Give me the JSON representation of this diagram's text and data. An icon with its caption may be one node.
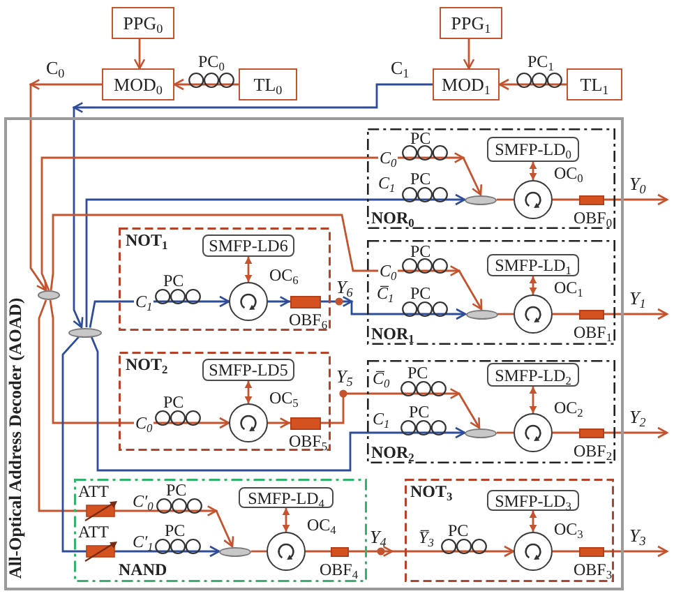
{
  "diagram": {
    "nodes": [
      {
        "text": [
          "PPG$_{0}$"
        ]
      },
      {
        "text": [
          "MOD$_{0}$"
        ]
      },
      {
        "text": [
          "TL$_{0}$"
        ]
      },
      {
        "text": [
          "PPG$_{1}$"
        ]
      },
      {
        "text": [
          "MOD$_{1}$"
        ]
      },
      {
        "text": [
          "TL$_{1}$"
        ]
      },
      {
        "text": [
          "All-Optical Address Decoder (AOAD)"
        ]
      },
      {
        "text": [],
        "shape": "ellipse",
        "in": 6
      },
      {
        "text": [],
        "shape": "ellipse",
        "in": 6
      },
      {
        "text": [
          "NOR$_{0}$"
        ],
        "in": 6
      },
      {
        "text": [
          "SMFP-LD$_{0}$"
        ],
        "in": 9
      },
      {
        "text": [],
        "shape": "circle",
        "beside": [
          "OC$_{0}$"
        ],
        "in": 9
      },
      {
        "text": [],
        "shape": "ellipse",
        "in": 9
      },
      {
        "text": [
          "NOT$_{1}$"
        ],
        "in": 6
      },
      {
        "text": [
          "SMFP-LD6"
        ],
        "in": 13
      },
      {
        "text": [],
        "shape": "circle",
        "beside": [
          "OC$_{6}$"
        ],
        "in": 13
      },
      {
        "text": [
          "NOR$_{1}$"
        ],
        "in": 6
      },
      {
        "text": [
          "SMFP-LD$_{1}$"
        ],
        "in": 16
      },
      {
        "text": [],
        "shape": "circle",
        "beside": [
          "OC$_{1}$"
        ],
        "in": 16
      },
      {
        "text": [],
        "shape": "ellipse",
        "in": 16
      },
      {
        "text": [
          "NOT$_{2}$"
        ],
        "in": 6
      },
      {
        "text": [
          "SMFP-LD5"
        ],
        "in": 20
      },
      {
        "text": [],
        "shape": "circle",
        "beside": [
          "OC$_{5}$"
        ],
        "in": 20
      },
      {
        "text": [
          "NOR$_{2}$"
        ],
        "in": 6
      },
      {
        "text": [
          "SMFP-LD$_{2}$"
        ],
        "in": 23
      },
      {
        "text": [],
        "shape": "circle",
        "beside": [
          "OC$_{2}$"
        ],
        "in": 23
      },
      {
        "text": [],
        "shape": "ellipse",
        "in": 23
      },
      {
        "text": [
          "NAND"
        ],
        "in": 6
      },
      {
        "text": [
          "SMFP-LD$_{4}$"
        ],
        "in": 27
      },
      {
        "text": [],
        "shape": "circle",
        "beside": [
          "OC$_{4}$"
        ],
        "in": 27
      },
      {
        "text": [],
        "shape": "ellipse",
        "in": 27
      },
      {
        "text": [
          "NOT$_{3}$"
        ],
        "in": 6
      },
      {
        "text": [
          "SMFP-LD$_{3}$"
        ],
        "in": 31
      },
      {
        "text": [],
        "shape": "circle",
        "beside": [
          "OC$_{3}$"
        ],
        "in": 31
      }
    ],
    "edges": [
      {
        "from": 0,
        "to": 1,
        "arrow": "to"
      },
      {
        "from": 2,
        "to": 1,
        "arrow": "to"
      },
      {
        "from": 3,
        "to": 4,
        "arrow": "to"
      },
      {
        "from": 5,
        "to": 4,
        "arrow": "to"
      },
      {
        "from": 1,
        "to": 7,
        "arrow": "to",
        "label": "C$_{0}$"
      },
      {
        "from": 4,
        "to": 8,
        "arrow": "to",
        "label": "C$_{1}$",
        "color": "#2d4c99"
      },
      {
        "from": 7,
        "to": 12,
        "arrow": "to"
      },
      {
        "from": 8,
        "to": 12,
        "arrow": "to",
        "color": "#2d4c99"
      },
      {
        "from": 10,
        "to": 11,
        "arrow": "both"
      },
      {
        "from": 12,
        "to": 11,
        "arrow": "none"
      },
      {
        "from": 11,
        "to": null,
        "arrow": "to",
        "label": "Y$_{0}$"
      },
      {
        "from": 8,
        "to": 15,
        "arrow": "to",
        "color": "#2d4c99"
      },
      {
        "from": 14,
        "to": 15,
        "arrow": "both"
      },
      {
        "from": 15,
        "to": 19,
        "arrow": "to",
        "label": "Y$_{6}$",
        "color": "#2d4c99"
      },
      {
        "from": 7,
        "to": 19,
        "arrow": "to"
      },
      {
        "from": 17,
        "to": 18,
        "arrow": "both"
      },
      {
        "from": 19,
        "to": 18,
        "arrow": "none"
      },
      {
        "from": 18,
        "to": null,
        "arrow": "to",
        "label": "Y$_{1}$"
      },
      {
        "from": 7,
        "to": 22,
        "arrow": "to"
      },
      {
        "from": 21,
        "to": 22,
        "arrow": "both"
      },
      {
        "from": 22,
        "to": 26,
        "arrow": "to",
        "label": "Y$_{5}$"
      },
      {
        "from": 8,
        "to": 26,
        "arrow": "to",
        "color": "#2d4c99"
      },
      {
        "from": 24,
        "to": 25,
        "arrow": "both"
      },
      {
        "from": 26,
        "to": 25,
        "arrow": "none"
      },
      {
        "from": 25,
        "to": null,
        "arrow": "to",
        "label": "Y$_{2}$"
      },
      {
        "from": 7,
        "to": 30,
        "arrow": "to"
      },
      {
        "from": 8,
        "to": 30,
        "arrow": "to",
        "color": "#2d4c99"
      },
      {
        "from": 28,
        "to": 29,
        "arrow": "both"
      },
      {
        "from": 30,
        "to": 29,
        "arrow": "none"
      },
      {
        "from": 29,
        "to": 33,
        "arrow": "to",
        "label": "Y$_{4}$"
      },
      {
        "from": 32,
        "to": 33,
        "arrow": "both"
      },
      {
        "from": 33,
        "to": null,
        "arrow": "to",
        "label": "Y$_{3}$"
      }
    ],
    "labels": [
      "PC$_{0}$",
      "PC$_{1}$",
      "C$_{0}$",
      "PC",
      "C$_{1}$",
      "PC",
      "OBF$_{0}$",
      "C$_{1}$",
      "PC",
      "OBF$_{6}$",
      "C$_{0}$",
      "PC",
      "C̅$_{1}$",
      "PC",
      "OBF$_{1}$",
      "C$_{0}$",
      "PC",
      "OBF$_{5}$",
      "C̅$_{0}$",
      "PC",
      "C$_{1}$",
      "PC",
      "OBF$_{2}$",
      "ATT",
      "C′$_{0}$",
      "PC",
      "ATT",
      "C′$_{1}$",
      "PC",
      "OBF$_{4}$",
      "Y̅$_{3}$",
      "PC",
      "OBF$_{3}$"
    ]
  }
}
